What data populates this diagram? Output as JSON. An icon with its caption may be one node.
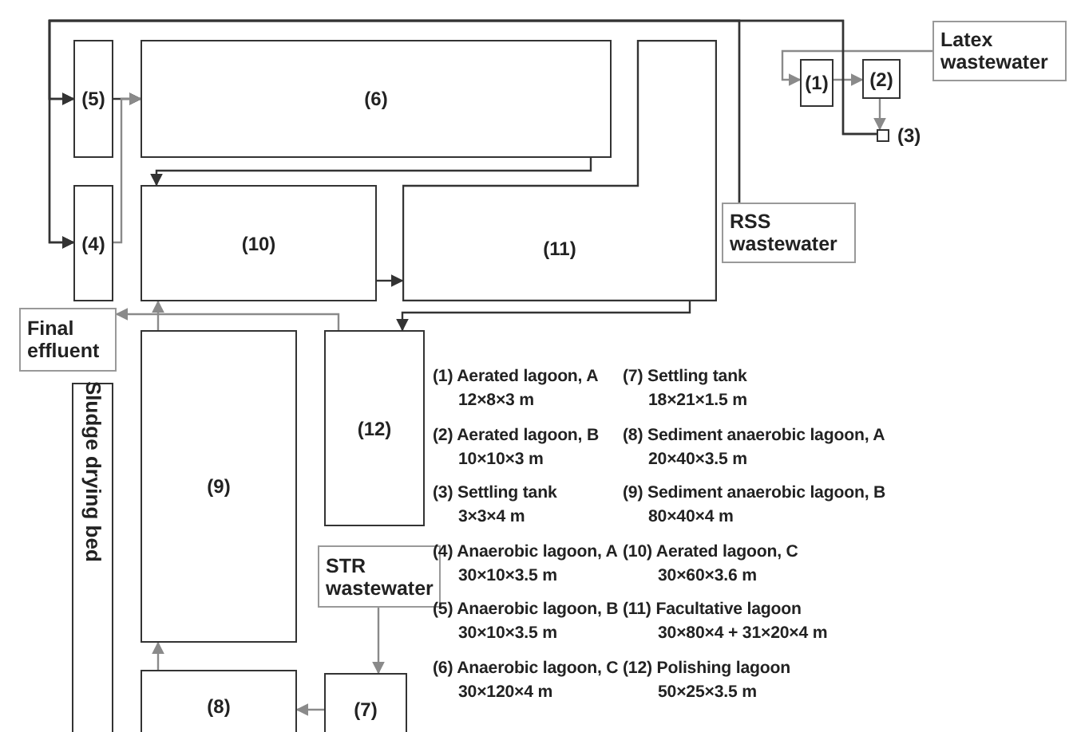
{
  "diagram": {
    "nodes": [
      {
        "text": [
          "(5)"
        ]
      },
      {
        "text": [
          "(6)"
        ]
      },
      {
        "text": [
          "(4)"
        ]
      },
      {
        "text": [
          "(10)"
        ]
      },
      {
        "text": [
          "(11)"
        ]
      },
      {
        "text": [
          "Latex wastewater"
        ]
      },
      {
        "text": [
          "(1)"
        ]
      },
      {
        "text": [
          "(2)"
        ]
      },
      {
        "text": [],
        "shape": "box",
        "beside": [
          "(3)"
        ]
      },
      {
        "text": [
          "RSS wastewater"
        ]
      },
      {
        "text": [
          "Final effluent"
        ]
      },
      {
        "text": [
          "(12)"
        ]
      },
      {
        "text": [
          "Sludge drying bed"
        ]
      },
      {
        "text": [
          "(9)"
        ]
      },
      {
        "text": [
          "STR wastewater"
        ]
      },
      {
        "text": [
          "(8)"
        ]
      },
      {
        "text": [
          "(7)"
        ]
      }
    ],
    "edges": [
      {
        "from": 5,
        "to": 6,
        "arrow": "to"
      },
      {
        "from": 6,
        "to": 7,
        "arrow": "to"
      },
      {
        "from": 7,
        "to": 8,
        "arrow": "to"
      },
      {
        "from": 8,
        "to": 0,
        "arrow": "to",
        "color": "#333333"
      },
      {
        "from": 8,
        "to": 2,
        "arrow": "to",
        "color": "#333333"
      },
      {
        "from": 9,
        "to": 0,
        "arrow": "to",
        "color": "#333333"
      },
      {
        "from": 9,
        "to": 2,
        "arrow": "to",
        "color": "#333333"
      },
      {
        "from": 0,
        "to": 1,
        "arrow": "to",
        "color": "#333333"
      },
      {
        "from": 2,
        "to": 1,
        "arrow": "to"
      },
      {
        "from": 1,
        "to": 3,
        "arrow": "to",
        "color": "#333333"
      },
      {
        "from": 3,
        "to": 4,
        "arrow": "to",
        "color": "#333333"
      },
      {
        "from": 4,
        "to": 11,
        "arrow": "to",
        "color": "#333333"
      },
      {
        "from": 11,
        "to": 10,
        "arrow": "to"
      },
      {
        "from": 13,
        "to": 3,
        "arrow": "to"
      },
      {
        "from": 15,
        "to": 13,
        "arrow": "to"
      },
      {
        "from": 16,
        "to": 15,
        "arrow": "to"
      },
      {
        "from": 14,
        "to": 16,
        "arrow": "to"
      }
    ],
    "labels": [
      "(1) Aerated lagoon, A",
      "12×8×3 m",
      "(2) Aerated lagoon, B",
      "10×10×3 m",
      "(3) Settling tank",
      "3×3×4 m",
      "(4) Anaerobic lagoon, A",
      "30×10×3.5 m",
      "(5) Anaerobic lagoon, B",
      "30×10×3.5 m",
      "(6) Anaerobic lagoon, C",
      "30×120×4 m",
      "(7) Settling tank",
      "18×21×1.5 m",
      "(8) Sediment anaerobic lagoon, A",
      "20×40×3.5 m",
      "(9) Sediment anaerobic lagoon, B",
      "80×40×4 m",
      "(10) Aerated lagoon, C",
      "30×60×3.6 m",
      "(11) Facultative lagoon",
      "30×80×4 + 31×20×4 m",
      "(12) Polishing lagoon",
      "50×25×3.5 m"
    ]
  }
}
